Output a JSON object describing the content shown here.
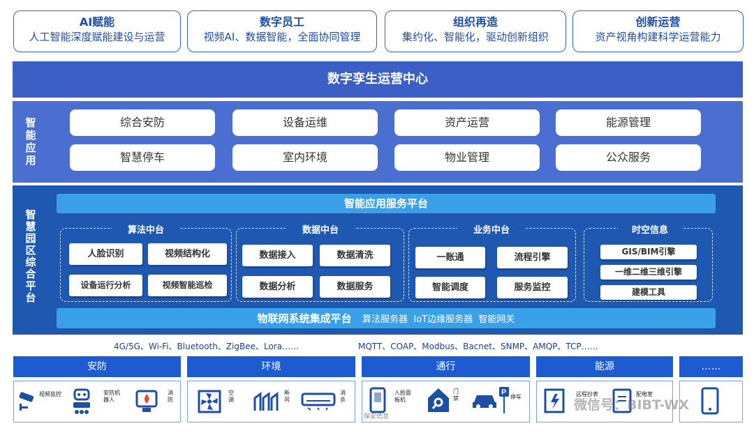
{
  "top": [
    {
      "title": "AI赋能",
      "sub": "人工智能深度赋能建设与运营"
    },
    {
      "title": "数字员工",
      "sub": "视频AI、数据智能，全面协同管理"
    },
    {
      "title": "组织再造",
      "sub": "集约化、智能化，驱动创新组织"
    },
    {
      "title": "创新运营",
      "sub": "资产视角构建科学运营能力"
    }
  ],
  "center": "数字孪生运营中心",
  "apps": {
    "label": "智能应用",
    "items": [
      "综合安防",
      "设备运维",
      "资产运营",
      "能源管理",
      "智慧停车",
      "室内环境",
      "物业管理",
      "公众服务"
    ]
  },
  "platform": {
    "label": "智慧园区综合平台",
    "service_bar": "智能应用服务平台",
    "groups": [
      {
        "title": "算法中台",
        "items": [
          "人脸识别",
          "视频结构化",
          "设备运行分析",
          "视频智能巡检"
        ]
      },
      {
        "title": "数据中台",
        "items": [
          "数据接入",
          "数据清洗",
          "数据分析",
          "数据服务"
        ]
      },
      {
        "title": "业务中台",
        "items": [
          "一账通",
          "流程引擎",
          "智能调度",
          "服务监控"
        ]
      },
      {
        "title": "时空信息",
        "items": [
          "GIS/BIM引擎",
          "一维二维三维引擎",
          "建模工具"
        ]
      }
    ],
    "iot_bar": {
      "title": "物联网系统集成平台",
      "extra": "算法服务器  IoT边缘服务器  智能网关"
    }
  },
  "protocols": {
    "left": "4G/5G、Wi-Fi、Bluetooth、ZigBee、Lora……",
    "right": "MQTT、COAP、Modbus、Bacnet、SNMP、AMQP、TCP……"
  },
  "categories": [
    "安防",
    "环境",
    "通行",
    "能源",
    "……"
  ],
  "devices": {
    "security": [
      "视频监控",
      "安防机器人",
      "消防"
    ],
    "environment": [
      "空调",
      "新风",
      "消杀"
    ],
    "access": [
      "人脸面板机",
      "门禁",
      "停车",
      "保安信息"
    ],
    "energy": [
      "远程抄表",
      "配电室"
    ]
  },
  "watermark": "微信号：BIBT-WX",
  "colors": {
    "primary": "#1e58b0",
    "banner": "#3b5fc4",
    "accent": "#3aa0e8"
  }
}
